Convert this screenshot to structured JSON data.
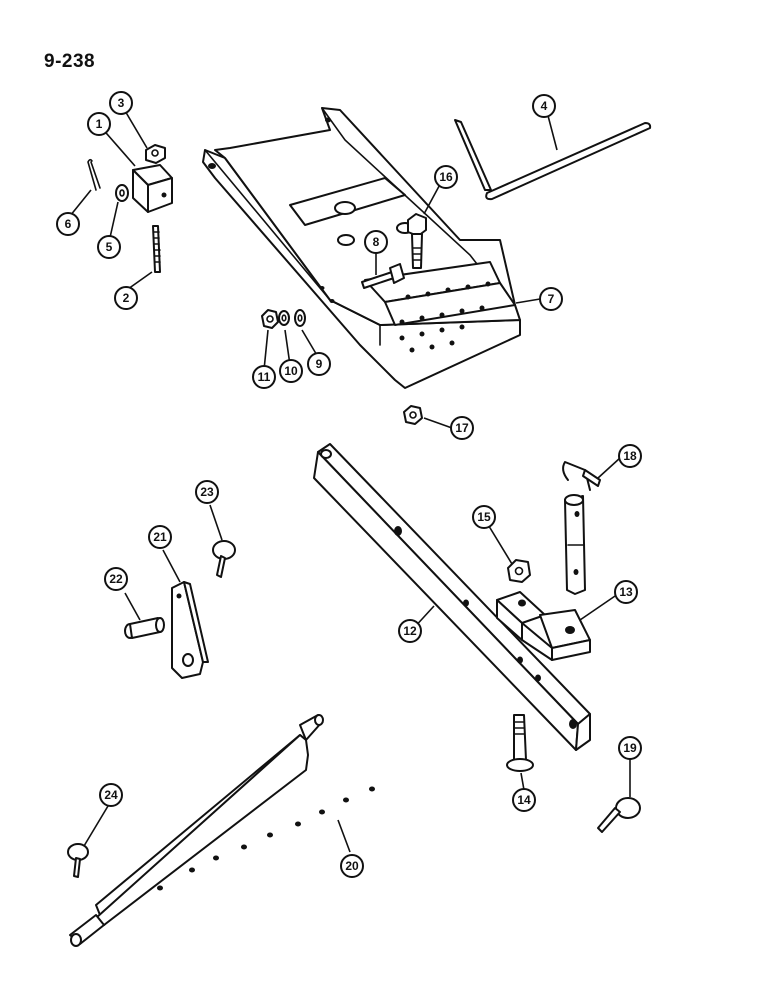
{
  "page_label": "9-238",
  "callouts": [
    {
      "id": "c1",
      "label": "1"
    },
    {
      "id": "c2",
      "label": "2"
    },
    {
      "id": "c3",
      "label": "3"
    },
    {
      "id": "c4",
      "label": "4"
    },
    {
      "id": "c5",
      "label": "5"
    },
    {
      "id": "c6",
      "label": "6"
    },
    {
      "id": "c7",
      "label": "7"
    },
    {
      "id": "c8",
      "label": "8"
    },
    {
      "id": "c9",
      "label": "9"
    },
    {
      "id": "c10",
      "label": "10"
    },
    {
      "id": "c11",
      "label": "11"
    },
    {
      "id": "c12",
      "label": "12"
    },
    {
      "id": "c13",
      "label": "13"
    },
    {
      "id": "c14",
      "label": "14"
    },
    {
      "id": "c15",
      "label": "15"
    },
    {
      "id": "c16",
      "label": "16"
    },
    {
      "id": "c17",
      "label": "17"
    },
    {
      "id": "c18",
      "label": "18"
    },
    {
      "id": "c19",
      "label": "19"
    },
    {
      "id": "c20",
      "label": "20"
    },
    {
      "id": "c21",
      "label": "21"
    },
    {
      "id": "c22",
      "label": "22"
    },
    {
      "id": "c23",
      "label": "23"
    },
    {
      "id": "c24",
      "label": "24"
    }
  ]
}
